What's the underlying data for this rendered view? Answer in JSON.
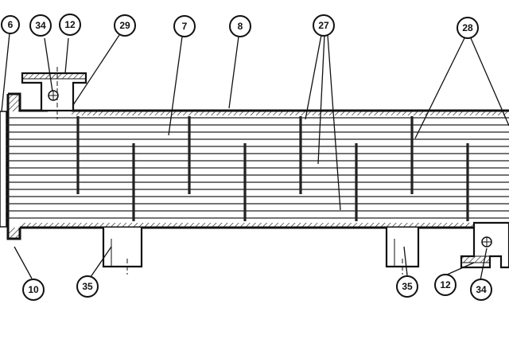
{
  "labels": {
    "l6": "6",
    "l34_top": "34",
    "l12_top": "12",
    "l29": "29",
    "l7": "7",
    "l8": "8",
    "l27": "27",
    "l28": "28",
    "l10": "10",
    "l35_left": "35",
    "l35_right": "35",
    "l12_bottom": "12",
    "l34_bottom": "34"
  },
  "colors": {
    "ink": "#111111",
    "paper": "#ffffff"
  }
}
